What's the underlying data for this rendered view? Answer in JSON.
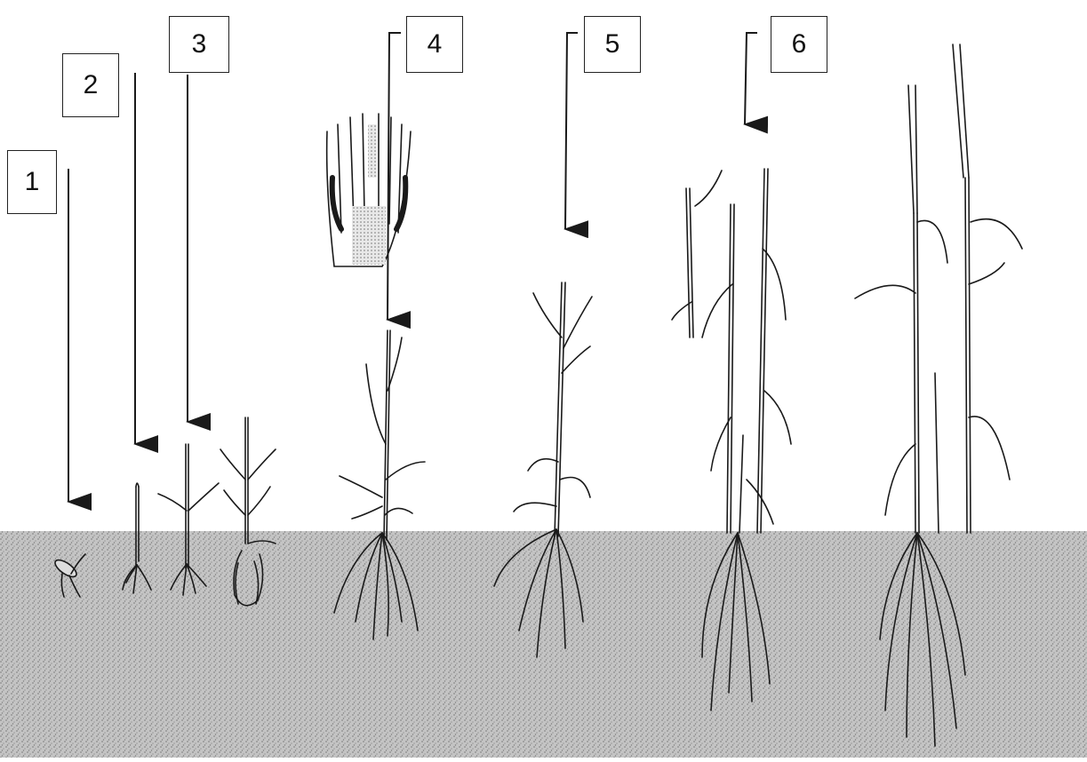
{
  "diagram": {
    "stages": [
      {
        "label": "1"
      },
      {
        "label": "2"
      },
      {
        "label": "3"
      },
      {
        "label": "4"
      },
      {
        "label": "5"
      },
      {
        "label": "6"
      }
    ]
  },
  "colors": {
    "soil": "#b9b9b9",
    "ink": "#1a1a1a",
    "paper": "#ffffff"
  }
}
